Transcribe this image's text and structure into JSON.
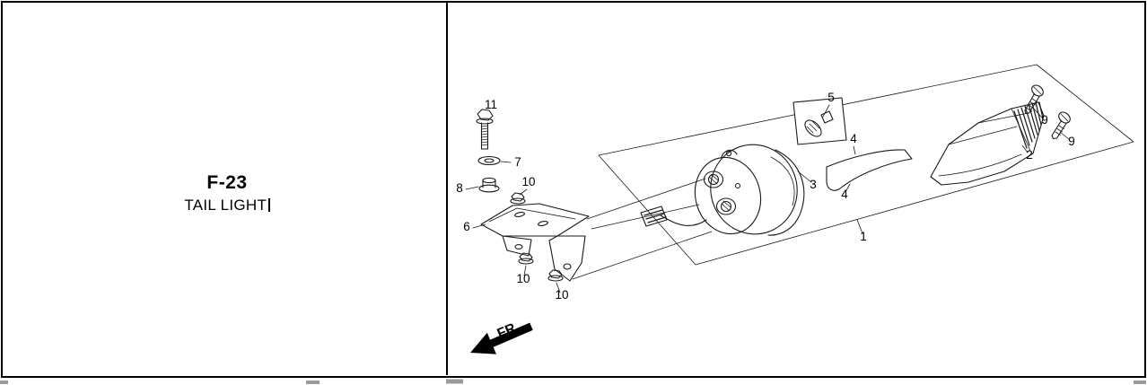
{
  "panel": {
    "code": "F-23",
    "title": "TAIL LIGHT"
  },
  "diagram": {
    "fr_label": "FR.",
    "callouts": [
      {
        "ref": "11"
      },
      {
        "ref": "7"
      },
      {
        "ref": "8"
      },
      {
        "ref": "10"
      },
      {
        "ref": "6"
      },
      {
        "ref": "10"
      },
      {
        "ref": "10"
      },
      {
        "ref": "5"
      },
      {
        "ref": "4"
      },
      {
        "ref": "3"
      },
      {
        "ref": "4"
      },
      {
        "ref": "2"
      },
      {
        "ref": "9"
      },
      {
        "ref": "9"
      },
      {
        "ref": "1"
      }
    ]
  },
  "colors": {
    "line": "#1a1a1a",
    "frame_border": "#000000",
    "background": "#ffffff",
    "artifact_gray": "#9a9a9a"
  }
}
